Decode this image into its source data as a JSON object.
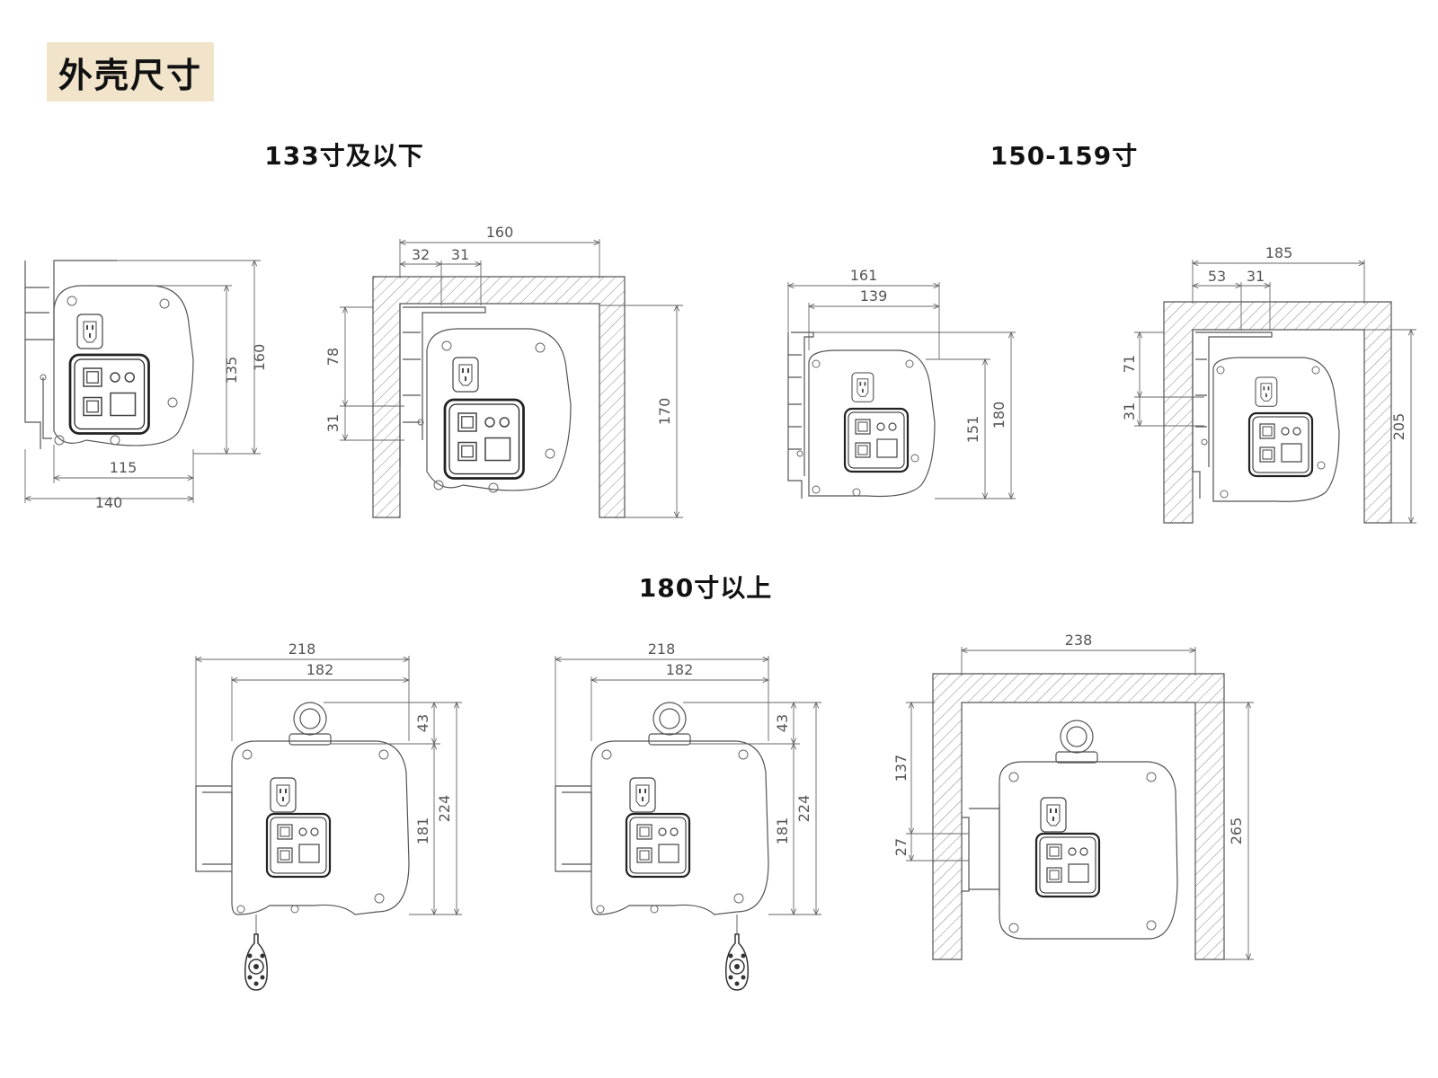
{
  "header": {
    "title": "外壳尺寸"
  },
  "sections": {
    "small": "133寸及以下",
    "medium": "150-159寸",
    "large": "180寸以上"
  },
  "dims": {
    "a": {
      "w": "140",
      "w2": "115",
      "h": "160",
      "h2": "135"
    },
    "b": {
      "w": "160",
      "s1": "32",
      "s2": "31",
      "v1": "78",
      "v2": "31",
      "h": "170"
    },
    "c": {
      "w": "161",
      "w2": "139",
      "h": "180",
      "h2": "151"
    },
    "d": {
      "w": "185",
      "s1": "53",
      "s2": "31",
      "v1": "71",
      "v2": "31",
      "h": "205"
    },
    "e": {
      "w": "218",
      "w2": "182",
      "top": "43",
      "h": "224",
      "h2": "181"
    },
    "f": {
      "w": "218",
      "w2": "182",
      "top": "43",
      "h": "224",
      "h2": "181"
    },
    "g": {
      "w": "238",
      "v1": "137",
      "v2": "27",
      "h": "265"
    }
  },
  "colors": {
    "badge_bg": "#f2e4cb",
    "line": "#555555",
    "hatch": "#888888"
  }
}
